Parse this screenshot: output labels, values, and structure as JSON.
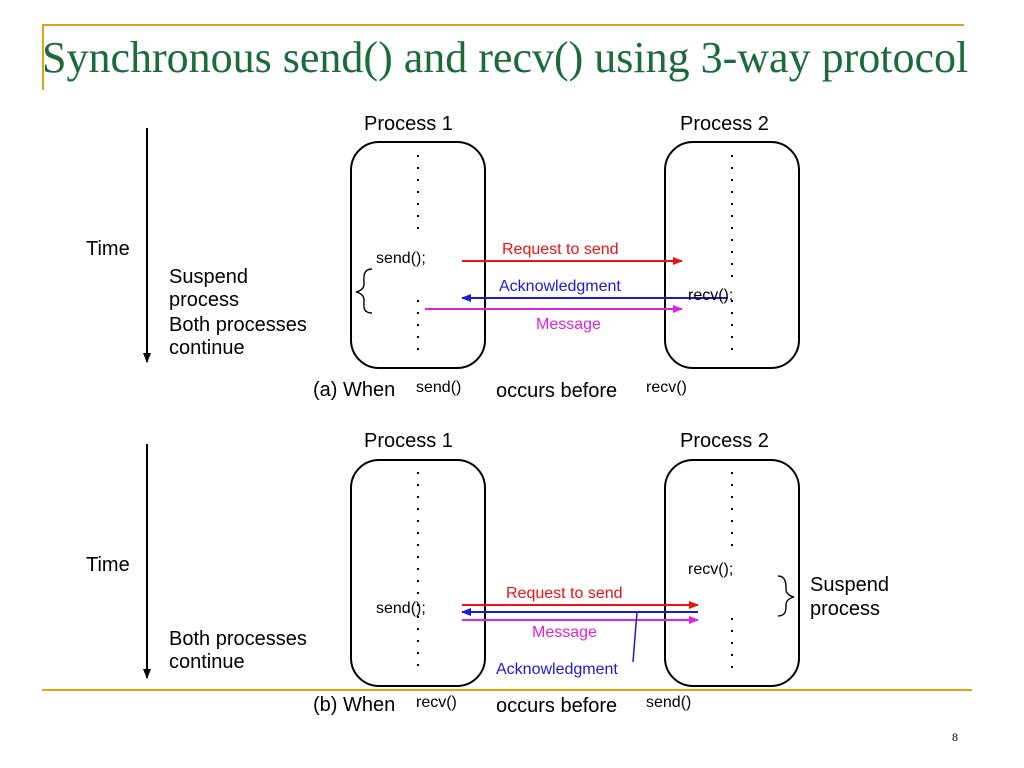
{
  "slide": {
    "title": "Synchronous send() and recv() using 3-way protocol",
    "page_number": "8",
    "colors": {
      "title": "#1b6b3a",
      "frame": "#d9a515",
      "request_arrow": "#ee1111",
      "ack_arrow": "#1a1ad8",
      "message_arrow": "#e020e0"
    }
  },
  "diagram_a": {
    "process1_label": "Process 1",
    "process2_label": "Process 2",
    "time_label": "Time",
    "suspend_label_line1": "Suspend",
    "suspend_label_line2": "process",
    "continue_label_line1": "Both processes",
    "continue_label_line2": "continue",
    "send_call": "send();",
    "recv_call": "recv();",
    "request_label": "Request to send",
    "ack_label": "Acknowledgment",
    "message_label": "Message",
    "caption_prefix": "(a) When",
    "caption_first_call": "send()",
    "caption_middle": "occurs before",
    "caption_second_call": "recv()"
  },
  "diagram_b": {
    "process1_label": "Process 1",
    "process2_label": "Process 2",
    "time_label": "Time",
    "suspend_label_line1": "Suspend",
    "suspend_label_line2": "process",
    "continue_label_line1": "Both processes",
    "continue_label_line2": "continue",
    "send_call": "send();",
    "recv_call": "recv();",
    "request_label": "Request to send",
    "ack_label": "Acknowledgment",
    "message_label": "Message",
    "caption_prefix": "(b) When",
    "caption_first_call": "recv()",
    "caption_middle": "occurs before",
    "caption_second_call": "send()"
  }
}
